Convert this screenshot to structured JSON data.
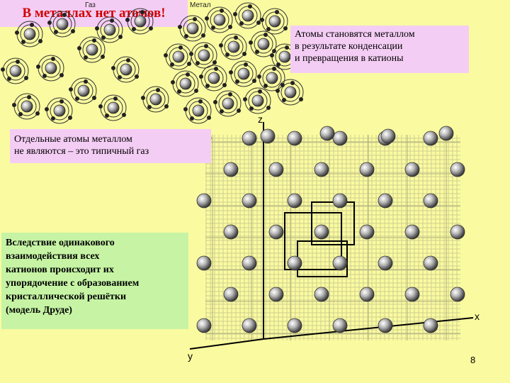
{
  "labels": {
    "gas": "Газ",
    "metal": "Метал",
    "axis_z": "z",
    "axis_x": "x",
    "axis_y": "y"
  },
  "texts": {
    "top": "Атомы становятся металлом\nв результате конденсации\nи превращения в катионы",
    "middle": "Отдельные атомы металлом\nне являются – это типичный газ",
    "left": "Вследствие одинакового\nвзаимодействия всех\nкатионов происходит их\nупорядочение  с образованием\nкристаллической решётки\n      (модель Друде)",
    "bottom": "В металлах нет атомов!"
  },
  "page_number": "8",
  "colors": {
    "background": "#fafaa0",
    "pink_box": "#f4cdf4",
    "green_box": "#c6f4a4",
    "bottom_text": "#d00000"
  }
}
